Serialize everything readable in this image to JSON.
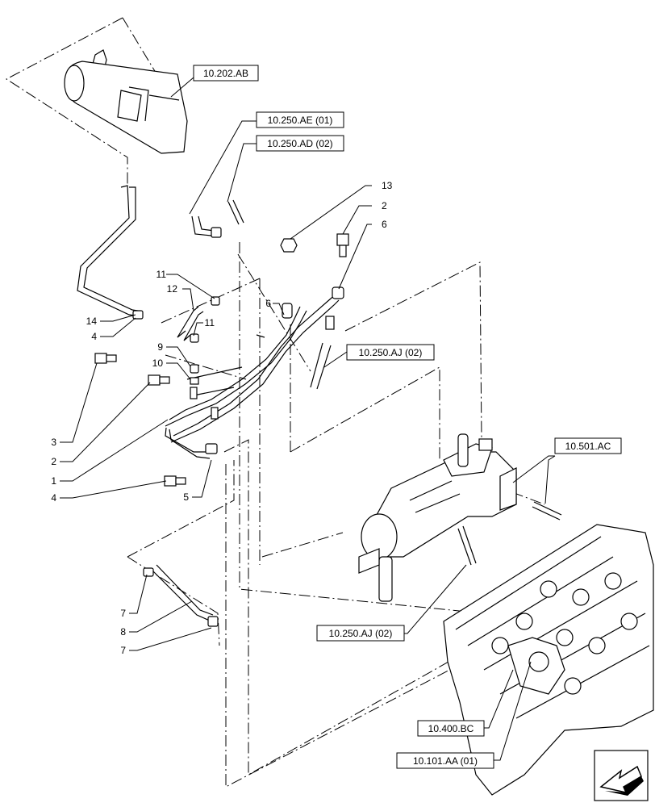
{
  "references": {
    "r_10_202_AB": "10.202.AB",
    "r_10_250_AE_01": "10.250.AE (01)",
    "r_10_250_AD_02": "10.250.AD (02)",
    "r_10_250_AJ_02_upper": "10.250.AJ (02)",
    "r_10_501_AC": "10.501.AC",
    "r_10_250_AJ_02_lower": "10.250.AJ (02)",
    "r_10_400_BC": "10.400.BC",
    "r_10_101_AA_01": "10.101.AA (01)"
  },
  "callouts": {
    "c13": "13",
    "c2_top": "2",
    "c6_right": "6",
    "c11_top": "11",
    "c12": "12",
    "c6_left": "6",
    "c14": "14",
    "c4_top": "4",
    "c11_mid": "11",
    "c9": "9",
    "c10": "10",
    "c3": "3",
    "c2_left": "2",
    "c1": "1",
    "c4_bottom": "4",
    "c5": "5",
    "c7_top": "7",
    "c8": "8",
    "c7_bottom": "7"
  },
  "icons": {
    "nav": "next-page-arrow-icon"
  }
}
